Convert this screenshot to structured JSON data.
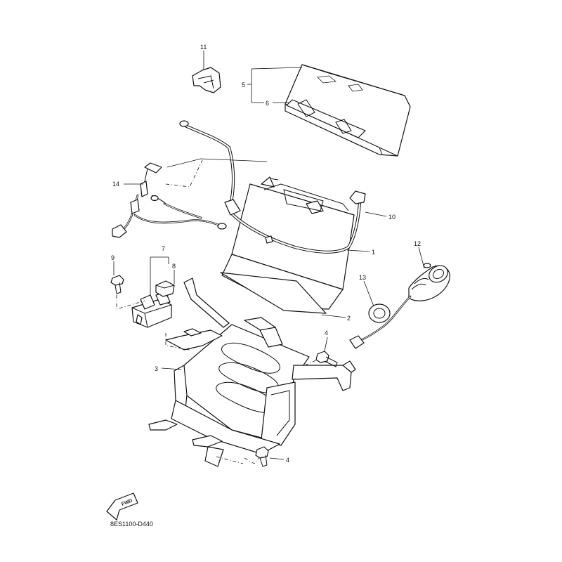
{
  "diagram": {
    "diagram_code": "8ES1100-D440",
    "fwd_marker": "FWD",
    "callouts": {
      "c1": "1",
      "c2": "2",
      "c3": "3",
      "c4a": "4",
      "c4b": "4",
      "c5": "5",
      "c6": "6",
      "c7": "7",
      "c8": "8",
      "c9": "9",
      "c10": "10",
      "c11": "11",
      "c12": "12",
      "c13": "13",
      "c14": "14"
    }
  },
  "colors": {
    "line": "#111111",
    "background": "#ffffff"
  }
}
